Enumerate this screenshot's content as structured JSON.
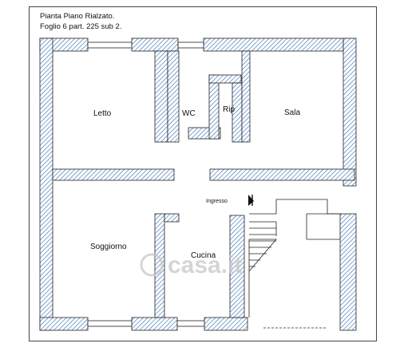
{
  "header": {
    "line1": "Pianta Piano Rialzato.",
    "line2": "Foglio 6 part. 225 sub 2."
  },
  "rooms": {
    "letto": "Letto",
    "wc": "WC",
    "rip": "Rip",
    "sala": "Sala",
    "ingresso": "Ingresso",
    "soggiorno": "Soggiorno",
    "cucina": "Cucina"
  },
  "watermark": "casa.it",
  "colors": {
    "wall_hatch": "#3a72b8",
    "wall_outline": "#222222",
    "watermark": "#c8c8c8"
  }
}
